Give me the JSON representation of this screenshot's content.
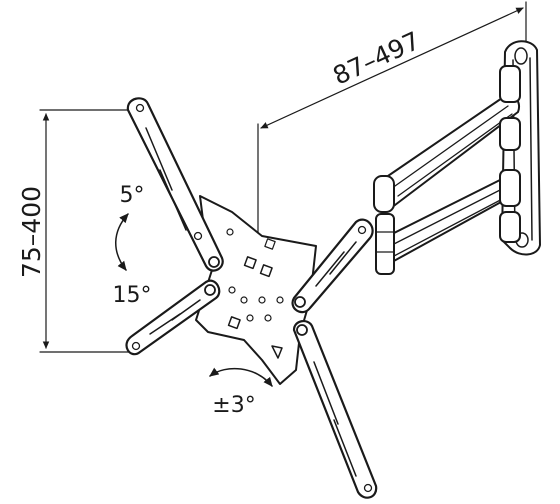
{
  "dimensions": {
    "width_range": "87–497",
    "height_range": "75–400"
  },
  "angles": {
    "tilt_up": "5°",
    "tilt_down": "15°",
    "rotation": "±3°"
  },
  "colors": {
    "line": "#1a1a1a",
    "background": "#ffffff"
  }
}
